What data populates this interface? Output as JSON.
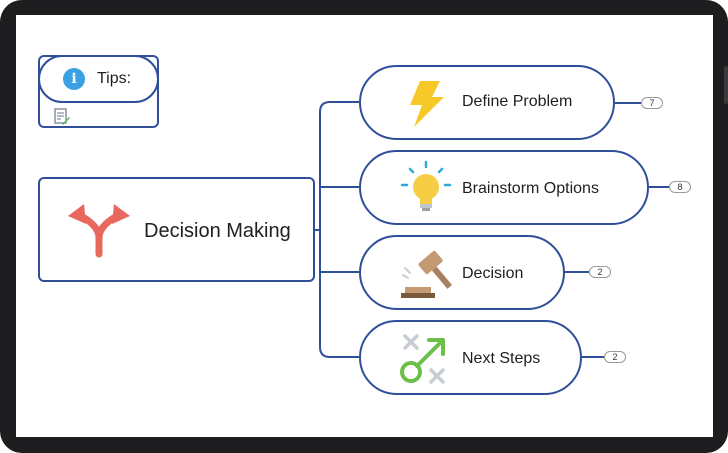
{
  "mindmap": {
    "central": {
      "label": "Decision Making",
      "icon": "split-arrow-icon"
    },
    "tips": {
      "label": "Tips:",
      "icon": "info-icon",
      "note_icon": "note-edit-icon"
    },
    "topics": [
      {
        "label": "Define Problem",
        "count": "7",
        "icon": "lightning-icon"
      },
      {
        "label": "Brainstorm Options",
        "count": "8",
        "icon": "lightbulb-icon"
      },
      {
        "label": "Decision",
        "count": "2",
        "icon": "gavel-icon"
      },
      {
        "label": "Next Steps",
        "count": "2",
        "icon": "strategy-icon"
      }
    ]
  },
  "colors": {
    "border": "#2f4f9b",
    "arrow": "#e8685d",
    "bolt": "#f6c928",
    "bulb": "#f7cd46",
    "rays": "#2ea8d6",
    "gavel": "#c49a73",
    "strategy_arrow": "#6cc04a",
    "cross": "#c8cdd3"
  }
}
